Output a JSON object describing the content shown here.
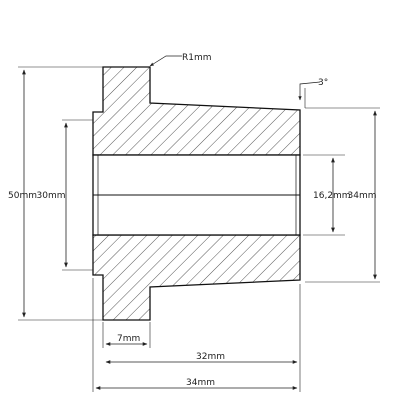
{
  "drawing": {
    "colors": {
      "line": "#111111",
      "hatch": "#444444",
      "dim": "#222222",
      "bore": "#ffffff"
    },
    "labels": {
      "radius": "R1mm",
      "taper_angle": "3°",
      "outer_dia": "50mm",
      "body_dia": "30mm",
      "bore_dia": "16,2mm",
      "taper_dia": "34mm",
      "flange_width": "7mm",
      "body_length": "32mm",
      "total_length": "34mm"
    }
  }
}
